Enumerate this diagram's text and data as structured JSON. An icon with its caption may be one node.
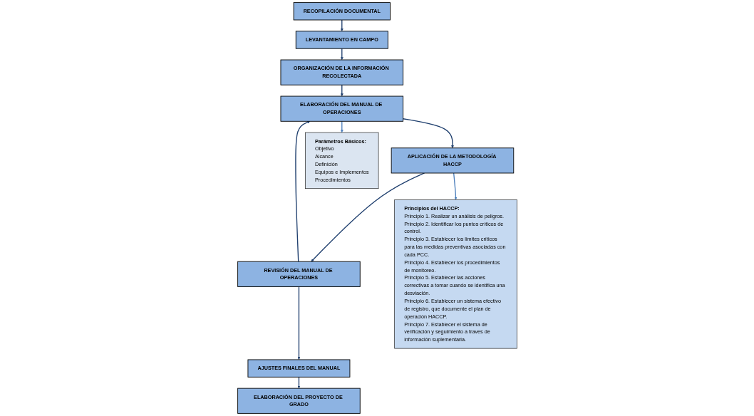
{
  "diagram": {
    "nodes": [
      {
        "text": [
          "RECOPILACIÓN DOCUMENTAL"
        ]
      },
      {
        "text": [
          "LEVANTAMIENTO EN CAMPO"
        ]
      },
      {
        "text": [
          "ORGANIZACIÓN DE LA INFORMACIÓN RECOLECTADA"
        ]
      },
      {
        "text": [
          "ELABORACIÓN DEL MANUAL DE OPERACIONES"
        ]
      },
      {
        "text": [
          "APLICACIÓN DE LA METODOLOGÍA HACCP"
        ]
      },
      {
        "text": [
          "REVISIÓN DEL MANUAL DE OPERACIONES"
        ]
      },
      {
        "text": [
          "AJUSTES FINALES DEL MANUAL"
        ]
      },
      {
        "text": [
          "ELABORACIÓN DEL PROYECTO DE GRADO"
        ]
      },
      {
        "text": [
          "Principios del HACCP:",
          "Principio 1. Realizar un análisis de peligros.",
          "Principio 2. Identificar los puntos críticos de control.",
          "Principio 3. Establecer los limites críticos para las medidas preventivas asociadas con cada PCC.",
          "Principio 4. Establecer los procedimientos de monitoreo.",
          "Principio 5. Establecer las acciones correctivas a tomar cuando se identifica una desviación.",
          "Principio 6. Establecer un sistema efectivo de registro, que documente el plan de operación HACCP.",
          "Principio 7. Establecer el sistema de verificación y seguimiento a traves de información suplementaria."
        ]
      },
      {
        "text": [
          "Parámetros Básicos:",
          "Objetivo",
          "Alcance",
          "Definición",
          "Equipos e Implementos",
          "Procedimientos"
        ]
      }
    ],
    "edges": [
      {
        "from": 0,
        "to": 1,
        "arrow": "to"
      },
      {
        "from": 1,
        "to": 2,
        "arrow": "to"
      },
      {
        "from": 2,
        "to": 3,
        "arrow": "to"
      },
      {
        "from": 3,
        "to": 4,
        "arrow": "to"
      },
      {
        "from": 4,
        "to": 5,
        "arrow": "to"
      },
      {
        "from": 5,
        "to": 6,
        "arrow": "to"
      },
      {
        "from": 6,
        "to": 7,
        "arrow": "to"
      },
      {
        "from": 3,
        "to": 9,
        "arrow": "to",
        "color": "#4f81bd"
      },
      {
        "from": 4,
        "to": 8,
        "arrow": "to",
        "color": "#4f81bd"
      },
      {
        "from": 5,
        "to": 3,
        "arrow": "to"
      }
    ]
  }
}
